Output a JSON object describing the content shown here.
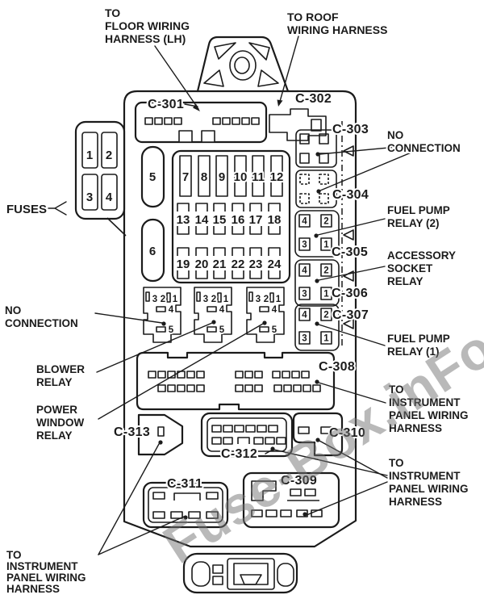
{
  "connector_labels": {
    "c301": "C-301",
    "c302": "C-302",
    "c303": "C-303",
    "c304": "C-304",
    "c305": "C-305",
    "c306": "C-306",
    "c307": "C-307",
    "c308": "C-308",
    "c309": "C-309",
    "c310": "C-310",
    "c311": "C-311",
    "c312": "C-312",
    "c313": "C-313"
  },
  "fuse_numbers": {
    "small": [
      "1",
      "2",
      "3",
      "4"
    ],
    "vertical": [
      "5",
      "6"
    ],
    "row1": [
      "7",
      "8",
      "9",
      "10",
      "11",
      "12"
    ],
    "row2": [
      "13",
      "14",
      "15",
      "16",
      "17",
      "18"
    ],
    "row3": [
      "19",
      "20",
      "21",
      "22",
      "23",
      "24"
    ]
  },
  "relay_pins": [
    "3",
    "2",
    "1",
    "4",
    "5"
  ],
  "relay_block_pins": [
    "4",
    "2",
    "3",
    "1"
  ],
  "annotations": {
    "fuses_label": "FUSES",
    "floor_harness": {
      "lines": [
        "TO",
        "FLOOR WIRING",
        "HARNESS (LH)"
      ]
    },
    "roof_harness": {
      "lines": [
        "TO ROOF",
        "WIRING HARNESS"
      ]
    },
    "no_connection_right": {
      "lines": [
        "NO",
        "CONNECTION"
      ]
    },
    "fuel_pump_relay_2": {
      "lines": [
        "FUEL PUMP",
        "RELAY (2)"
      ]
    },
    "accessory_socket_relay": {
      "lines": [
        "ACCESSORY",
        "SOCKET",
        "RELAY"
      ]
    },
    "fuel_pump_relay_1": {
      "lines": [
        "FUEL PUMP",
        "RELAY (1)"
      ]
    },
    "no_connection_left": {
      "lines": [
        "NO",
        "CONNECTION"
      ]
    },
    "blower_relay": {
      "lines": [
        "BLOWER",
        "RELAY"
      ]
    },
    "power_window_relay": {
      "lines": [
        "POWER",
        "WINDOW",
        "RELAY"
      ]
    },
    "instr_harness_1": {
      "lines": [
        "TO",
        "INSTRUMENT",
        "PANEL WIRING",
        "HARNESS"
      ]
    },
    "instr_harness_2": {
      "lines": [
        "TO",
        "INSTRUMENT",
        "PANEL WIRING",
        "HARNESS"
      ]
    },
    "instr_harness_3": {
      "lines": [
        "TO",
        "INSTRUMENT",
        "PANEL WIRING",
        "HARNESS"
      ]
    }
  },
  "watermark": "Fuse-Box.inFo",
  "colors": {
    "ink": "#1b1b1b",
    "background": "#ffffff",
    "watermark": "#737373"
  }
}
